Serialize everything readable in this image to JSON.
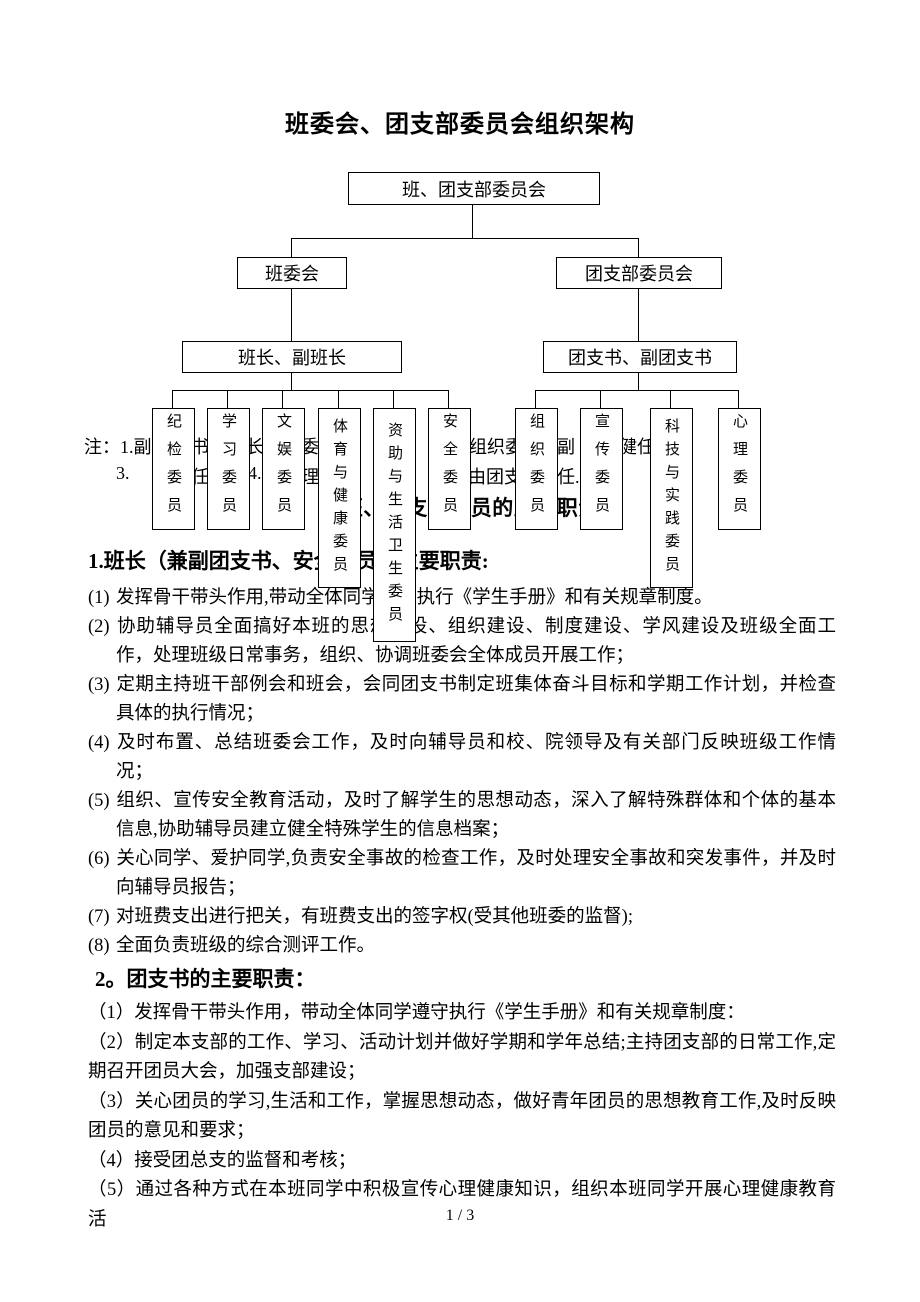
{
  "title": "班委会、团支部委员会组织架构",
  "org_chart": {
    "root": "班、团支部委员会",
    "left": {
      "committee": "班委会",
      "leaders": "班长、副班长",
      "members": [
        "纪检委员",
        "学习委员",
        "文娱委员",
        "体育与健康委员",
        "资助与生活卫生委员",
        "安全委员"
      ]
    },
    "right": {
      "committee": "团支部委员会",
      "leaders": "团支书、副团支书",
      "members": [
        "组织委员",
        "宣传委员",
        "科技与实践委员",
        "心理委员"
      ]
    }
  },
  "notes": {
    "row1": [
      "注：1.副",
      "书",
      "长",
      "委",
      "组织委",
      "副",
      "健任"
    ],
    "row2": [
      "3.",
      "任；",
      "4.",
      "理",
      "由团支",
      "任."
    ]
  },
  "section_title": "各班、团支部委员的主要职责",
  "section1": {
    "heading": "1.班长（兼副团支书、安全委员）主要职责:",
    "items": [
      {
        "num": "(1)",
        "text": "发挥骨干带头作用,带动全体同学遵守执行《学生手册》和有关规章制度。"
      },
      {
        "num": "(2)",
        "text": "协助辅导员全面搞好本班的思想建设、组织建设、制度建设、学风建设及班级全面工作，处理班级日常事务，组织、协调班委会全体成员开展工作；"
      },
      {
        "num": "(3)",
        "text": "定期主持班干部例会和班会，会同团支书制定班集体奋斗目标和学期工作计划，并检查具体的执行情况；"
      },
      {
        "num": "(4)",
        "text": "及时布置、总结班委会工作，及时向辅导员和校、院领导及有关部门反映班级工作情况；"
      },
      {
        "num": "(5)",
        "text": "组织、宣传安全教育活动，及时了解学生的思想动态，深入了解特殊群体和个体的基本信息,协助辅导员建立健全特殊学生的信息档案；"
      },
      {
        "num": "(6)",
        "text": "关心同学、爱护同学,负责安全事故的检查工作，及时处理安全事故和突发事件，并及时向辅导员报告；"
      },
      {
        "num": "(7)",
        "text": "对班费支出进行把关，有班费支出的签字权(受其他班委的监督);"
      },
      {
        "num": "(8)",
        "text": "全面负责班级的综合测评工作。"
      }
    ]
  },
  "section2": {
    "heading": "2。团支书的主要职责：",
    "items": [
      "（1）发挥骨干带头作用，带动全体同学遵守执行《学生手册》和有关规章制度：",
      "（2）制定本支部的工作、学习、活动计划并做好学期和学年总结;主持团支部的日常工作,定期召开团员大会，加强支部建设；",
      "（3）关心团员的学习,生活和工作，掌握思想动态，做好青年团员的思想教育工作,及时反映团员的意见和要求；",
      "（4）接受团总支的监督和考核；",
      "（5）通过各种方式在本班同学中积极宣传心理健康知识，组织本班同学开展心理健康教育活"
    ]
  },
  "footer": "1 / 3"
}
